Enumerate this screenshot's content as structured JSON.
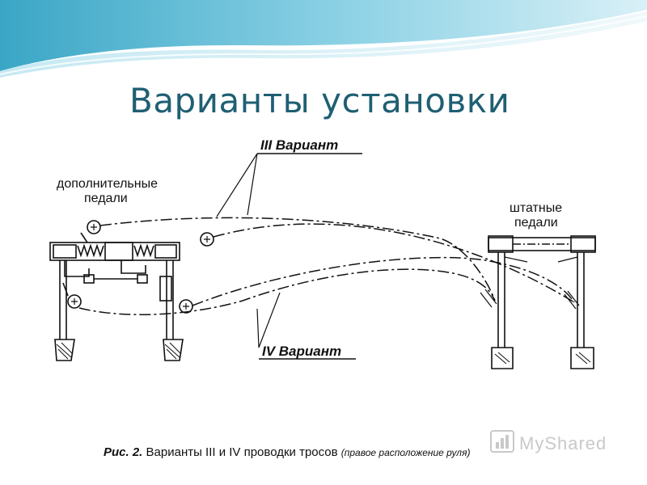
{
  "slide": {
    "title": "Варианты установки"
  },
  "diagram": {
    "label_variant_3": "III Вариант",
    "label_variant_4": "IV Вариант",
    "label_extra_pedals_line1": "дополнительные",
    "label_extra_pedals_line2": "педали",
    "label_standard_pedals_line1": "штатные",
    "label_standard_pedals_line2": "педали",
    "caption_bold": "Рис. 2.",
    "caption_main": " Варианты III и IV проводки тросов ",
    "caption_small": "(правое расположение руля)"
  },
  "watermark": {
    "text": "MyShared"
  },
  "colors": {
    "title": "#1f5f73",
    "wave_light": "#d6eef5",
    "wave_mid": "#8fcfe3",
    "wave_dark": "#3aa6c6",
    "ink": "#111111"
  }
}
